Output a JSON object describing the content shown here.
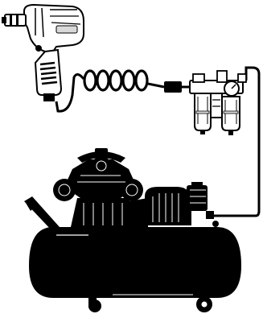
{
  "diagram": {
    "background_color": "#ffffff",
    "ink_color": "#000000",
    "highlight_color": "#d9d9d9",
    "components": [
      {
        "id": "impact-wrench",
        "icon": "impact-wrench-icon"
      },
      {
        "id": "coiled-air-hose",
        "icon": "coiled-hose-icon"
      },
      {
        "id": "filter-regulator-lubricator",
        "icon": "frl-unit-icon"
      },
      {
        "id": "air-compressor",
        "icon": "air-compressor-icon"
      }
    ],
    "connections": [
      {
        "from": "impact-wrench",
        "to": "coiled-air-hose"
      },
      {
        "from": "coiled-air-hose",
        "to": "filter-regulator-lubricator"
      },
      {
        "from": "filter-regulator-lubricator",
        "to": "air-compressor"
      }
    ]
  }
}
